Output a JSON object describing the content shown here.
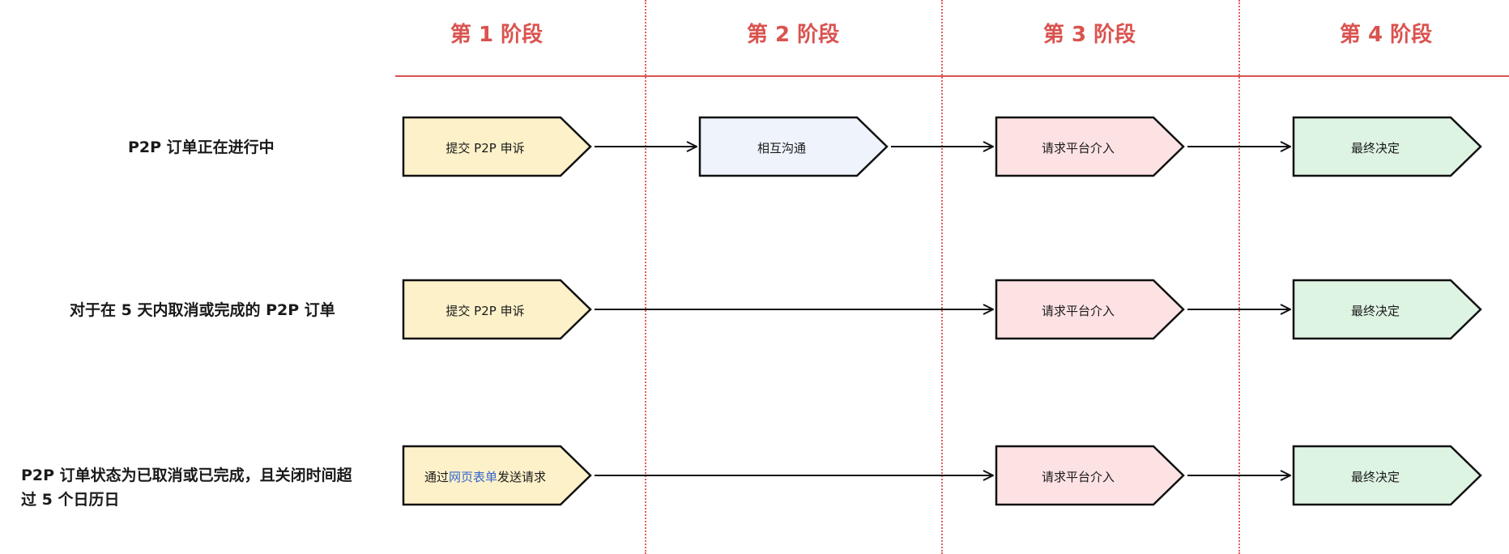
{
  "stages": [
    "第 1 阶段",
    "第 2 阶段",
    "第 3 阶段",
    "第 4 阶段"
  ],
  "rows": [
    {
      "label": "P2P 订单正在进行中"
    },
    {
      "label": "对于在 5 天内取消或完成的 P2P 订单"
    },
    {
      "label_line1": "P2P 订单状态为已取消或已完成，且关闭时间超",
      "label_line2": "过 5 个日历日"
    }
  ],
  "steps": {
    "submit_appeal": "提交 P2P 申诉",
    "mutual_communication": "相互沟通",
    "request_platform": "请求平台介入",
    "final_decision": "最终决定",
    "web_form_prefix": "通过",
    "web_form_link": "网页表单",
    "web_form_suffix": "发送请求"
  },
  "colors": {
    "accent": "#d9534f",
    "yellow": "#fdf1c9",
    "blue": "#eef3fc",
    "pink": "#fde2e4",
    "green": "#def4e3",
    "link": "#3366cc"
  }
}
